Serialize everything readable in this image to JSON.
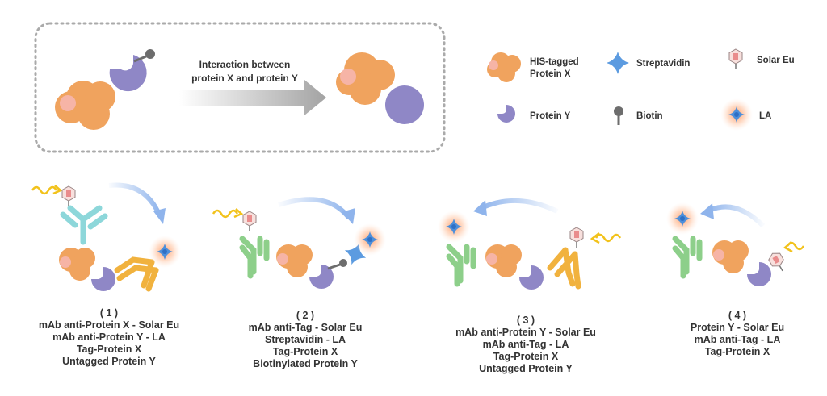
{
  "top_panel": {
    "interaction_label_1": "Interaction  between",
    "interaction_label_2": "protein X and protein Y"
  },
  "legend": {
    "his_tagged_1": "HIS-tagged",
    "his_tagged_2": "Protein X",
    "streptavidin": "Streptavidin",
    "solar_eu": "Solar Eu",
    "protein_y": "Protein Y",
    "biotin": "Biotin",
    "la": "LA"
  },
  "assays": [
    {
      "number": "( 1 )",
      "lines": [
        "mAb anti-Protein X - Solar Eu",
        "mAb anti-Protein Y - LA",
        "Tag-Protein X",
        "Untagged Protein Y"
      ]
    },
    {
      "number": "( 2 )",
      "lines": [
        "mAb anti-Tag - Solar Eu",
        "Streptavidin - LA",
        "Tag-Protein X",
        "Biotinylated Protein Y"
      ]
    },
    {
      "number": "( 3 )",
      "lines": [
        "mAb anti-Protein Y - Solar Eu",
        "mAb anti-Tag - LA",
        "Tag-Protein X",
        "Untagged Protein Y"
      ]
    },
    {
      "number": "( 4 )",
      "lines": [
        "Protein Y - Solar Eu",
        "mAb anti-Tag - LA",
        "Tag-Protein X"
      ]
    }
  ],
  "colors": {
    "protein_x": "#F0A35E",
    "his_tag": "#F6B4A6",
    "protein_y": "#8F87C6",
    "biotin": "#6D6D6D",
    "streptavidin": "#5C9BE0",
    "antibody_cyan": "#8DD7DA",
    "antibody_green": "#8DCF8A",
    "antibody_orange": "#F1B23E",
    "light_wave": "#F2C21B",
    "transfer_arrow": "#8FB4EC"
  }
}
